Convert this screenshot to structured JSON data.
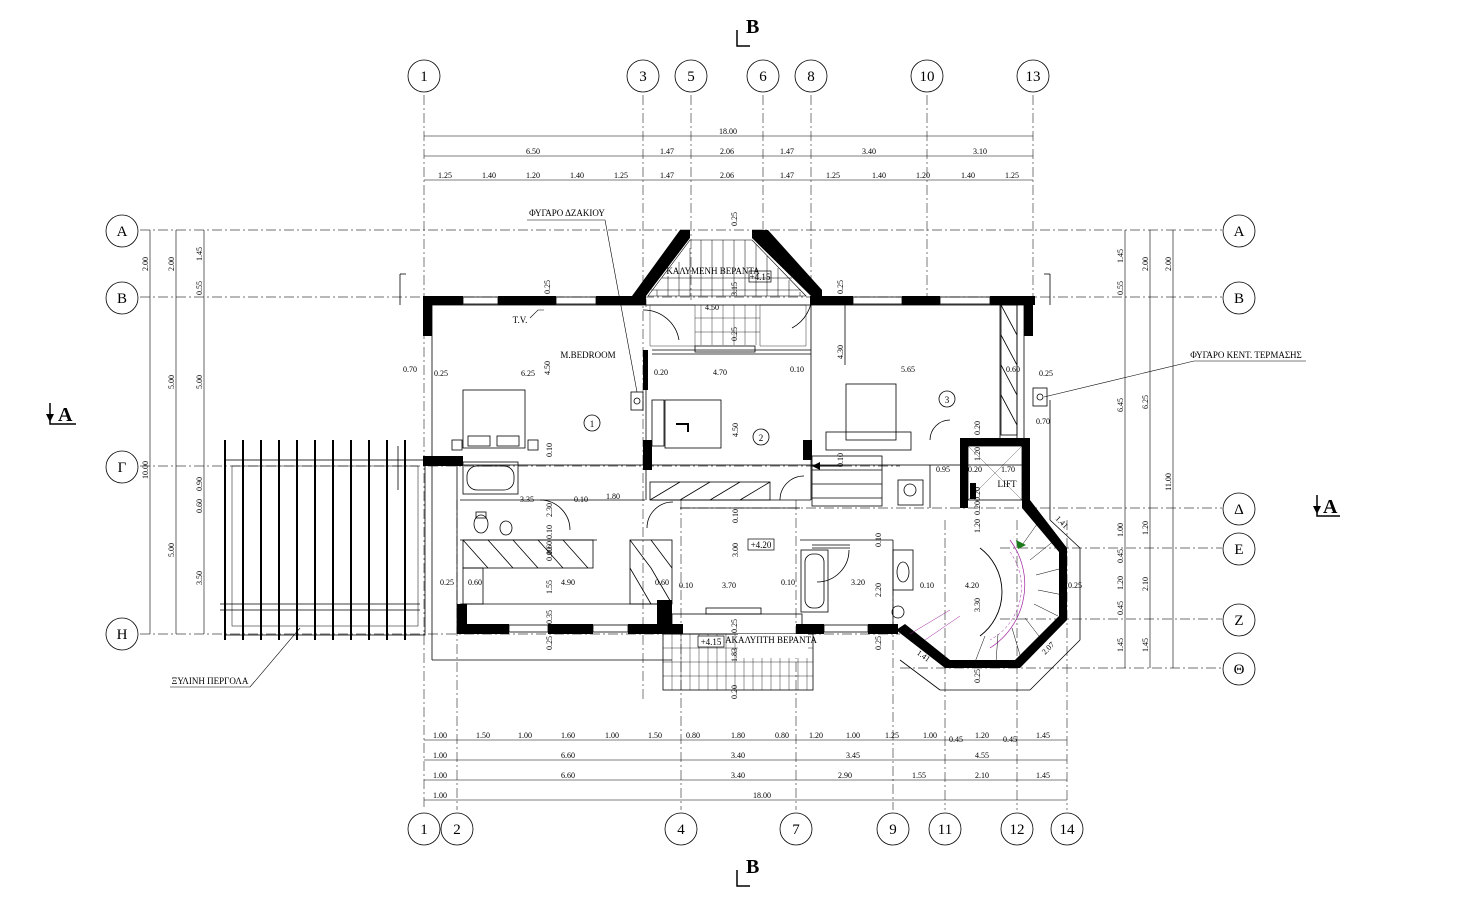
{
  "section_marks": {
    "a": "A",
    "b": "B"
  },
  "grid_top": [
    "1",
    "3",
    "5",
    "6",
    "8",
    "10",
    "13"
  ],
  "grid_bottom": [
    "1",
    "2",
    "4",
    "7",
    "9",
    "11",
    "12",
    "14"
  ],
  "grid_left": [
    "Α",
    "Β",
    "Γ",
    "Η"
  ],
  "grid_right": [
    "Α",
    "Β",
    "Δ",
    "Ε",
    "Ζ",
    "Θ"
  ],
  "dims_top": {
    "total": "18.00",
    "row2": [
      "6.50",
      "1.47",
      "2.06",
      "1.47",
      "3.40",
      "3.10"
    ],
    "row3": [
      "1.25",
      "1.40",
      "1.20",
      "1.40",
      "1.25",
      "1.47",
      "2.06",
      "1.47",
      "1.25",
      "1.40",
      "1.20",
      "1.40",
      "1.25"
    ]
  },
  "dims_bottom": {
    "row1": [
      "1.00",
      "1.50",
      "1.00",
      "1.60",
      "1.00",
      "1.50",
      "0.80",
      "1.80",
      "0.80",
      "1.20",
      "1.00",
      "1.25",
      "1.00",
      "0.45",
      "1.20",
      "0.45",
      "1.45"
    ],
    "row2": [
      "1.00",
      "6.60",
      "3.40",
      "3.45",
      "4.55"
    ],
    "row3": [
      "1.00",
      "6.60",
      "3.40",
      "2.90",
      "1.55",
      "2.10",
      "1.45"
    ],
    "row4": [
      "1.00",
      "18.00"
    ]
  },
  "dims_left": {
    "c1": [
      "2.00",
      "10.00"
    ],
    "c2": [
      "2.00",
      "5.00",
      "5.00"
    ],
    "c3": [
      "1.45",
      "0.55",
      "5.00",
      "0.90",
      "0.60",
      "3.50"
    ]
  },
  "dims_right": {
    "c1": [
      "1.45",
      "0.55",
      "6.45",
      "1.00",
      "0.45",
      "1.20",
      "0.45",
      "1.45"
    ],
    "c2": [
      "2.00",
      "6.25",
      "1.20",
      "2.10",
      "1.45"
    ],
    "c3": [
      "2.00",
      "11.00"
    ]
  },
  "labels": {
    "flue_jacuzzi": "ΦΥΓΑΡΟ ΔΖΑΚΙΟΥ",
    "flue_heating": "ΦΥΓΑΡΟ ΚΕΝΤ. ΤΕΡΜΑΣΗΣ",
    "covered_veranda": "ΚΑΛΥΜΕΝΗ ΒΕΡΑΝΤΑ",
    "open_veranda": "ΑΚΑΛΥΠΤΗ ΒΕΡΑΝΤΑ",
    "pergola": "ΞΥΛΙΝΗ ΠΕΡΓΟΛΑ",
    "master_bedroom": "M.BEDROOM",
    "tv": "T.V.",
    "lift": "LIFT",
    "room1": "1",
    "room2": "2",
    "room3": "3",
    "level_covered": "+4.15",
    "level_open": "+4.15",
    "level_main": "+4.20"
  },
  "inner_dims": [
    "0.25",
    "0.70",
    "0.25",
    "6.25",
    "4.50",
    "0.20",
    "4.70",
    "0.10",
    "4.30",
    "5.65",
    "0.60",
    "0.25",
    "0.70",
    "4.50",
    "0.10",
    "3.35",
    "0.10",
    "1.80",
    "2.30",
    "0.10",
    "0.10",
    "0.60",
    "0.10",
    "3.00",
    "0.25",
    "0.60",
    "1.55",
    "4.90",
    "0.60",
    "0.10",
    "3.70",
    "0.10",
    "3.20",
    "2.20",
    "0.10",
    "4.20",
    "0.25",
    "0.95",
    "0.20",
    "1.70",
    "1.20",
    "0.20",
    "0.20",
    "1.20",
    "0.10",
    "3.30",
    "1.41",
    "2.07",
    "1.41",
    "0.25",
    "0.25",
    "0.35",
    "0.25",
    "0.25",
    "1.83",
    "0.20",
    "0.25",
    "3.15",
    "4.50",
    "0.25",
    "0.25",
    "0.10",
    "0.20"
  ]
}
